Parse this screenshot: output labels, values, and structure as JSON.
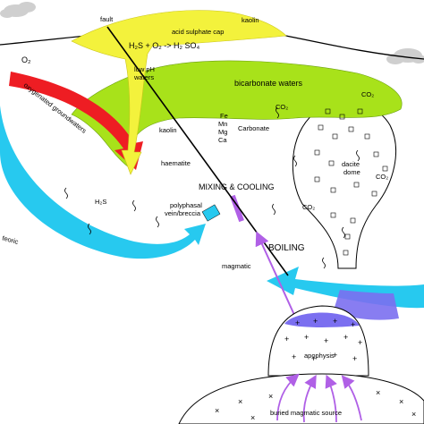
{
  "labels": {
    "fault": "fault",
    "kaolin_top": "kaolin",
    "acid_cap": "acid sulphate cap",
    "reaction": "H₂S + O₂ -> H₂ SO₄",
    "low_ph_1": "low pH",
    "low_ph_2": "waters",
    "bicarbonate": "bicarbonate waters",
    "o2": "O₂",
    "oxygenated": "oxygenated groundwaters",
    "co2_a": "CO₂",
    "co2_b": "CO₂",
    "co2_c": "CO₂",
    "co2_d": "CO₂",
    "fe": "Fe",
    "mn": "Mn",
    "mg": "Mg",
    "ca": "Ca",
    "carbonate": "Carbonate",
    "kaolin_mid": "kaolin",
    "dacite_1": "dacite",
    "dacite_2": "dome",
    "haematite": "haematite",
    "mixing": "MIXING & COOLING",
    "polyphasal_1": "polyphasal",
    "polyphasal_2": "vein/breccia",
    "h2s": "H₂S",
    "boiling": "BOILING",
    "magmatic": "magmatic",
    "apophysis": "apophysis",
    "buried": "buried magmatic source",
    "meteoric": "teoric"
  },
  "colors": {
    "yellow": "#f3f23c",
    "green": "#a8e21a",
    "red": "#ee1d23",
    "cyan": "#27c9ef",
    "blue": "#7b6ff0",
    "purple": "#b060e6",
    "cloud": "#c8c8c8"
  },
  "icons": [
    "cloud-icon",
    "vapour-squiggle-icon",
    "upward-arrow-icon"
  ]
}
